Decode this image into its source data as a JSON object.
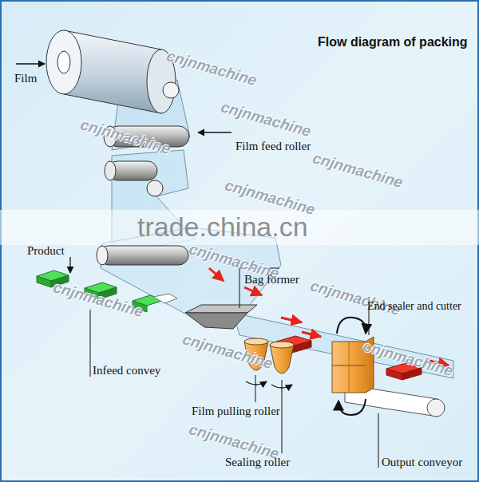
{
  "diagram": {
    "title": "Flow diagram of packing",
    "labels": [
      "cnjnmachine",
      "Film",
      "cnjnmachine",
      "cnjnmachine",
      "Film feed roller",
      "cnjnmachine",
      "cnjnmachine",
      "trade.china.cn",
      "Product",
      "cnjnmachine",
      "Bag former",
      "cnjnmachine",
      "cnjnmachine",
      "End sealer and cutter",
      "cnjnmachine",
      "Infeed convey",
      "cnjnmachine",
      "Film pulling roller",
      "cnjnmachine",
      "Sealing roller",
      "Output conveyor"
    ]
  }
}
